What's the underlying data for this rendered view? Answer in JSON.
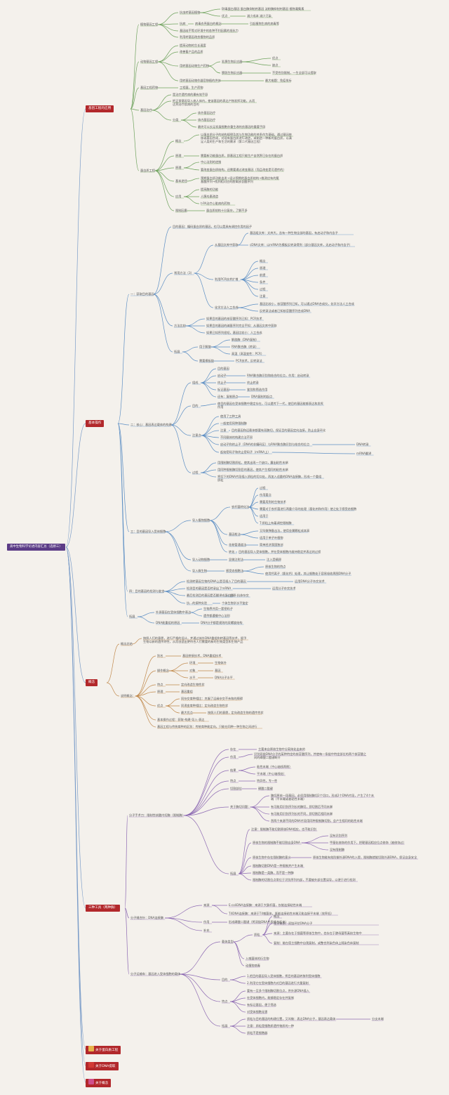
{
  "root": "高中生物科学论述内容汇总（选修三）",
  "branches": {
    "gene_app": "基因工程的应用",
    "basic_ops": "基本操作",
    "overview": "概念",
    "tools": "三种工具（两种酶）",
    "b5": "关于蛋白质工程",
    "b6": "关于DNA提取",
    "b7": "关于概念"
  },
  "nodes": {
    "a1": "植物基因工程",
    "a1_1": "抗虫转基因植物",
    "a1_1a": "Bt毒蛋白基因 蛋白酶抑制剂基因 淀粉酶抑制剂基因 植物凝集素",
    "a1_1b": "优点",
    "a1_1c": "减少成本 减少污染",
    "a1_2": "抗病",
    "a1_2a": "病毒衣壳蛋白的概念",
    "a1_2b": "引起植物生病的病毒等",
    "a1_3": "基因歧不等对环境中的各种不利因素的抵抗力",
    "a1_4": "利用转基因改良植物的品质",
    "a2": "动物基因工程",
    "a2_1": "提高动物的生长速度",
    "a2_2": "改善畜产品的品质",
    "a2_3": "用转基因动物生产药物",
    "a2_3a": "乳腺生物反应器",
    "a2_3a1": "优点",
    "a2_3a2": "缺点",
    "a2_3b": "膀胱生物反应器",
    "a2_3b1": "不受性别限制，一生全部可以提取",
    "a2_4": "用转基因动物作器官移植的供体",
    "a2_4a": "最大难题：免疫排斥",
    "a3": "基因工程药物",
    "a3_1": "工程菌，生产药物",
    "a4": "基因治疗",
    "a4_1": "是治疗遗传病的最有效手段",
    "a4_2": "把正常基因导入病人体内，使该基因的表达产物发挥功能，从而达到治疗疾病的目的",
    "a4_3": "分类",
    "a4_3a": "体外基因治疗",
    "a4_3b": "体内基因治疗",
    "a4_3c": "最终可以长足发展细胞亦重生改的良基因的重要手段",
    "a5": "蛋白质工程",
    "a5_1": "概念",
    "a5_1a": "以蛋白质分子的结构规律及其与生物功能的关系作为基础，通过基因修饰或基因合成，对现有蛋白质进行改造，或制造一种新的蛋白质，以满足人类的生产和生活的需求（第二代基因工程）",
    "a5_2": "原理",
    "a5_2a": "需要新功能蛋白质，即基因工程只能生产自然界已存在的蛋白质",
    "a5_3": "原理",
    "a5_3a": "中心法则的逆推",
    "a5_3b": "要改变蛋白质结构，还需要通过改变基因（而且改变是可遗传的）",
    "a5_4": "基本途径",
    "a5_4a": "预期蛋白质功能出发→设计预期的蛋白质结构→推测应有的氨基酸序列→找到相对应的脱氧核苷酸序列",
    "a5_5": "应用",
    "a5_5a": "提高酶的功能",
    "a5_5b": "人胰岛素改造",
    "a5_5c": "t-PA治疗心脏病的药物",
    "a5_6": "限制因素",
    "a5_6a": "蛋白质结构十分复杂，了解不多",
    "b1": "一：获取目的基因",
    "b1_0": "目的基因：编码蛋白质的基因，也可以是具有调控作用的因子",
    "b1_1": "常用方法（3）",
    "b1_1a": "从基因文库中获取",
    "b1_1a1": "基因组文库：文库大，含有一种生物全部的基因，有启动子和内含子",
    "b1_1a2": "cDNA文库：以mRNA为模板反转录得到（部分基因文库，无启动子和内含子）",
    "b1_1b": "利用PCR技术扩增",
    "b1_1b1": "概念",
    "b1_1b2": "原理",
    "b1_1b3": "前提",
    "b1_1b4": "条件",
    "b1_1b5": "过程",
    "b1_1b6": "注意",
    "b1_1c": "化学方法人工合成",
    "b1_1c1": "基因比较小，核苷酸序列已知，可以通过DNA合成仪，化学方法人工合成",
    "b1_1c2": "反转录法或者已知核苷酸序列合成DNA",
    "b1_2": "方法比较",
    "b1_2a": "如果目的基因的核苷酸序列已知：PCR技术",
    "b1_2b": "如果目的基因的碱基序列完全不知：从基因文库中获取",
    "b1_2c": "如果已知序列很短，基因比较小：人工合成",
    "b1_3": "拓展",
    "b1_3a": "用于解旋",
    "b1_3a1": "解旋酶（DNA复制）",
    "b1_3a2": "RNA聚合酶（转录）",
    "b1_3a3": "高温（高温变性：PCR）",
    "b1_3b": "需要模板链",
    "b1_3b1": "PCR技术，反转录法",
    "b2": "二：核心：基因表达载体的构建",
    "b2_1": "组成",
    "b2_1a": "目的基因",
    "b2_1b": "启动子",
    "b2_1b1": "RNA聚合酶识别和结合的位点，作用：启动转录",
    "b2_1c": "终止子",
    "b2_1c1": "终止转录",
    "b2_1d": "标记基因",
    "b2_1d1": "鉴别和筛选作用",
    "b2_1e": "还有：复制原点",
    "b2_1e1": "DNA复制的起点",
    "b2_2": "目的",
    "b2_2a": "使目的基因在受体细胞中稳定存在，可以遗传下一代，使目的基因能够表达和发挥作用",
    "b2_3": "注意点",
    "b2_3a": "使用了三种工具",
    "b2_3b": "一般使用同种限制酶",
    "b2_3c": "注意",
    "b2_3c1": "目的基因和运载体都要有双酶切，保证目的基因定向连接，防止自身环化",
    "b2_3d": "不同载体的构建方法不同",
    "b2_3e": "启动子和终止子（DNA的非编码区）与RNA聚合酶识别与结合的位点",
    "b2_3e1": "DNA转录",
    "b2_3f": "起始密码子和终止密码子（mRNA上）",
    "b2_3f1": "mRNA翻译",
    "b2_4": "过程",
    "b2_4a": "用限制酶切割质粒，使其出现一个缺口，露出粘性末端",
    "b2_4b": "用同种限制酶切割目的基因，使其产生相同的粘性末端",
    "b2_4c": "将切下的DNA片段插入质粒的切口处，再加入适量的DNA连接酶，形成一个重组质粒",
    "b3": "三：目的基因导入受体细胞",
    "b3_1": "导入植物细胞",
    "b3_1a": "农杆菌转化法",
    "b3_1a1": "过程",
    "b3_1a2": "作用要点",
    "b3_1a3": "需要用到的生物技术",
    "b3_1a4": "需要对于农杆菌进行两重介导的处理（基化剂和作用）使之处于感受态细胞",
    "b3_1a5": "适用于",
    "b3_1a6": "T-质粒上有着调控限制酶",
    "b3_1b": "基因枪法",
    "b3_1b1": "又叫微弹轰击法，使用金属颗粒成本高",
    "b3_1b2": "适用于单子叶植物",
    "b3_1c": "花粉管通道法",
    "b3_1c1": "简单经济我国独创",
    "b3_1d": "转化",
    "b3_1d1": "目的基因导入受体细胞，并在受体细胞内维持稳定并表达的过程",
    "b3_2": "导入动物细胞",
    "b3_2a": "显微注射法",
    "b3_2b": "注入受精卵",
    "b3_3": "导入微生物",
    "b3_3a": "感受态细胞法",
    "b3_3b": "原核生物的特点",
    "b3_3c": "使用钙离子（氯化钙）处理，其让细胞处于容易吸收周围DNA分子",
    "b4": "四：目的基因的检测与鉴定",
    "b4_1": "检测转基因生物的DNA上是否插入了目的基因",
    "b4_1a": "运用DNA分子杂交技术",
    "b4_2": "检测目的基因是否转录出了mRNA",
    "b4_2a": "运用分子杂交技术",
    "b4_3": "最后检测目的基因是否翻译成蛋白质",
    "b4_3a": "抗原-抗体杂交",
    "b4_4": "抗...的接种实验",
    "b4_4a": "个体生物学水平鉴定",
    "b5_0": "拓展",
    "b5_1": "外源基因在受体细胞中表达",
    "b5_1a": "生物界共用一套密码子",
    "b5_1b": "遗传都遵循中心法则",
    "b5_2": "DNA能重组的原因",
    "b5_2a": "DNA分子都是规则的双螺旋结构",
    "c1": "概念总结",
    "c1_1": "按照人们的意愿，进行严格的设计，并通过体外DNA重组和转基因等技术，赋予生物以新的遗传特性，从而创造出更符合人们需要的新的生物类型和生物产品",
    "c2": "说明概念：",
    "c2_1": "别名",
    "c2_1a": "基因拼接技术，DNA重组技术",
    "c2_2": "操作概念",
    "c2_2a": "环境",
    "c2_2a1": "生物体外",
    "c2_2b": "对象",
    "c2_2b1": "基因",
    "c2_2c": "水平",
    "c2_2c1": "DNA分子水平",
    "c2_3": "特点",
    "c2_3a": "定向改造生物性状",
    "c2_4": "原理",
    "c2_4a": "基因重组",
    "c2_5": "优点",
    "c2_5a": "同杂交育种相比：克服了远缘杂交不亲和的障碍",
    "c2_5b": "同诱变育种相比：定向改造生物性状",
    "c2_6": "最大优点",
    "c2_6a": "按照人们的意愿，定向改造生物的遗传性状",
    "c2_7": "基本操作过程：获取-构建-导入-表达",
    "c2_8": "基因工程与传统育种的区别：传统育种能定向，只能在同种一种生物之间进行",
    "d1": "分子手术刀：限制性核酸内切酶（限制酶）",
    "d1_1": "存在",
    "d1_1a": "主要来自原核生物中分离纯化出来的",
    "d1_2": "作用",
    "d1_2a": "识别双链DNA分子的某种特定的核苷酸序列，并使每一条链中特定部位的两个核苷酸之间的磷酸二酯键断开",
    "d1_3": "结果",
    "d1_3a": "粘性末端（中心轴线两侧）",
    "d1_3b": "平末端（中心轴线处）",
    "d1_4": "特点",
    "d1_4a": "特异性，专一性",
    "d1_5": "切割部位",
    "d1_5a": "磷酸二酯键",
    "d1_6": "关于酶切问题：",
    "d1_6a": "酶切原核一段基因，必须用限制酶切2个切口，形成2个DNA片段，产生了4个末端（平末端或者粘性末端）",
    "d1_6b": "有可能用识别序列长的酶切，即切割后不同末端",
    "d1_6c": "有可能用识别序列长的不同，即切割后相同末端",
    "d1_6d": "然两个来源不同的DNA片段用同种限制酶切割，会产生相同的粘性末端",
    "d1_7": "拓展",
    "d1_7a": "注意：限制酶不能切割原核DNA相应，也不能识别",
    "d1_7b": "原核生物的限制酶不能切割自身DNA",
    "d1_7b1": "没有识别序列",
    "d1_7b2": "甲基化修饰的作用下，把靶基因相应位点修饰（被修饰过）",
    "d1_7b3": "没有限制酶",
    "d1_7c": "原核生物中存在限制酶的意义",
    "d1_7c1": "原核生物能有效防御外源DNA的入侵，限制酶就能切割外源DNA，保证自身安全",
    "d1_7d": "限制酶切割DNA是一种限制并产生末端",
    "d1_7e": "限制酶是一类酶，而不是一种酶",
    "d1_7f": "限制酶的切割位点常位于识别序列内部，不要被外部位置误导，以便于进行检测",
    "d2": "分子缝合针：DNA连接酶",
    "d2_1": "来源",
    "d2_1a": "E·coliDNA连接酶：来源于大肠杆菌，仅能连接粘性末端",
    "d2_1b": "T4DNA连接酶：来源于T4噬菌体，既能连接粘性末端又能连接平末端（效率低）",
    "d2_2": "作用",
    "d2_2a": "形成磷酸二酯键（将双链DNA片段缝合起来）",
    "d2_3": "补充",
    "d3": "分子运输车：基因进入受体细胞的载体",
    "d3_1": "载体类型",
    "d3_1a": "质粒",
    "d3_1a1": "概念",
    "d3_1a2": "化学本质：双链环状DNA分子",
    "d3_1a3": "来源：主要存在于细菌等原核生物中，也存在于酵母菌等真核生物中",
    "d3_1a4": "复制：能在宿主细胞中自我复制，或整合到染色体上随染色体复制",
    "d3_1b": "入噬菌体的衍生物",
    "d3_1c": "动植物病毒",
    "d3_2": "目的",
    "d3_2a": "1.把目的基因导入受体细胞，将目的基因转移到受体细胞",
    "d3_2b": "2.利用它在受体细胞内对目的基因进行大量复制",
    "d3_3": "特点",
    "d3_3a": "要有一至多个限制酶切割位点，供外源DNA插入",
    "d3_3b": "在受体细胞内，能够稳定存在并复制",
    "d3_3c": "有标记基因，便于筛选",
    "d3_3d": "对受体细胞无害",
    "d3_4": "拓展",
    "d3_4a": "质粒与目的基因的构建位置，又叫做：表达DNA分子，基因表达载体",
    "d3_4a1": "分支末端",
    "d3_4b": "注意：质粒是细胞质遗传物质的一种",
    "d3_4c": "质粒不是细胞器"
  }
}
